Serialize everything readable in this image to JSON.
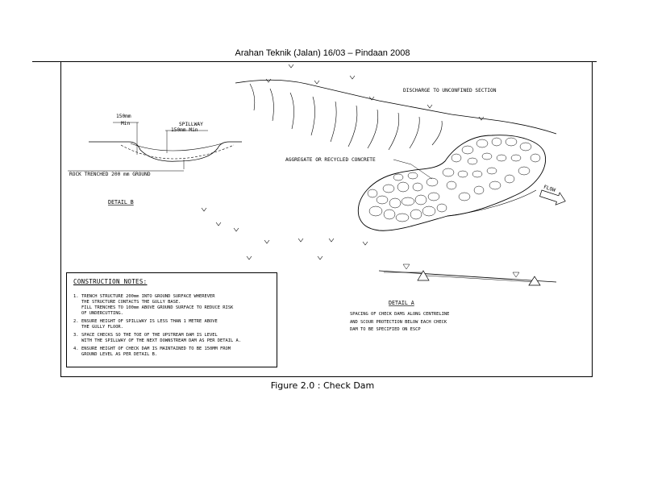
{
  "header": {
    "title": "Arahan Teknik (Jalan) 16/03 – Pindaan 2008"
  },
  "caption": "Figure 2.0 : Check Dam",
  "labels": {
    "discharge": "DISCHARGE TO UNCONFINED SECTION",
    "aggregate": "AGGREGATE OR RECYCLED CONCRETE",
    "flow": "FLOW",
    "min_150": "150mm",
    "min_word": "Min",
    "spillway": "SPILLWAY",
    "spillway_min": "150mm Min",
    "rock_trenched": "ROCK TRENCHED 200 mm GROUND",
    "detail_b": "DETAIL B",
    "detail_a": "DETAIL A"
  },
  "notes": {
    "title": "CONSTRUCTION NOTES:",
    "items": [
      {
        "num": "1.",
        "text": "TRENCH STRUCTURE 200mm INTO GROUND SURFACE WHEREVER\nTHE STRUCTURE CONTACTS THE GULLY BASE.\nFILL TRENCHES TO 100mm ABOVE GROUND SURFACE TO REDUCE RISK\nOF UNDERCUTTING."
      },
      {
        "num": "2.",
        "text": "ENSURE HEIGHT OF SPILLWAY IS LESS THAN 1 METRE ABOVE\nTHE GULLY FLOOR."
      },
      {
        "num": "3.",
        "text": "SPACE CHECKS SO THE TOE OF THE UPSTREAM DAM IS LEVEL\nWITH THE SPILLWAY OF THE NEXT DOWNSTREAM DAM AS PER DETAIL A."
      },
      {
        "num": "4.",
        "text": "ENSURE HEIGHT OF CHECK DAM IS MAINTAINED TO BE 150MM FROM\nGROUND LEVEL AS PER DETAIL B."
      }
    ]
  },
  "detail_a_desc": "SPACING OF CHECK DAMS ALONG CENTRELINE\nAND SCOUR PROTECTION BELOW EACH CHECK\nDAM TO BE SPECIFIED ON ESCP"
}
